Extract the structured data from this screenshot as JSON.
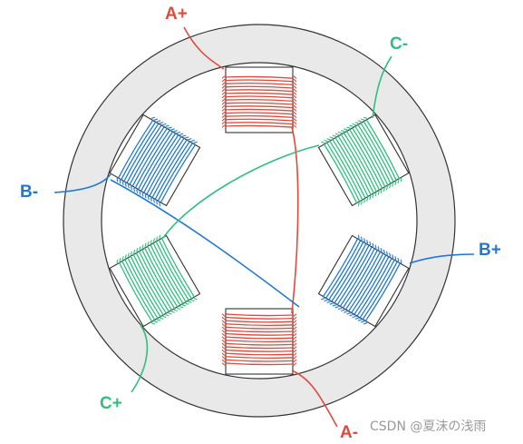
{
  "colors": {
    "phase_a": "#e04a3c",
    "phase_b": "#1f78d6",
    "phase_c": "#2fbf80",
    "stator": "#e9e9e9",
    "outline": "#333333",
    "pole": "#ffffff"
  },
  "labels": {
    "a_plus": "A+",
    "a_minus": "A-",
    "b_plus": "B+",
    "b_minus": "B-",
    "c_plus": "C+",
    "c_minus": "C-"
  },
  "watermark": "CSDN @夏沫の浅雨"
}
